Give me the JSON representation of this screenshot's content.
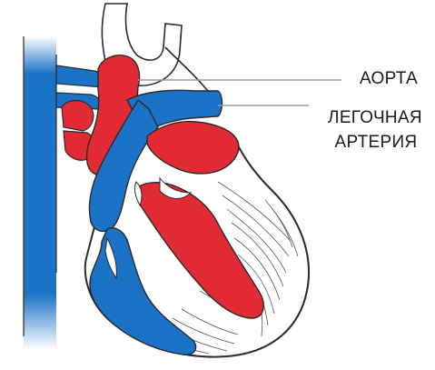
{
  "labels": {
    "aorta": "АОРТА",
    "pulmonary_artery_line1": "ЛЕГОЧНАЯ",
    "pulmonary_artery_line2": "АРТЕРИЯ"
  },
  "colors": {
    "oxygenated_blood": "#e32b36",
    "deoxygenated_blood": "#1a73c6",
    "outline": "#2a2a2a",
    "muscle_fiber": "#555555",
    "leader_line": "#9a9a9a",
    "background": "#ffffff"
  }
}
